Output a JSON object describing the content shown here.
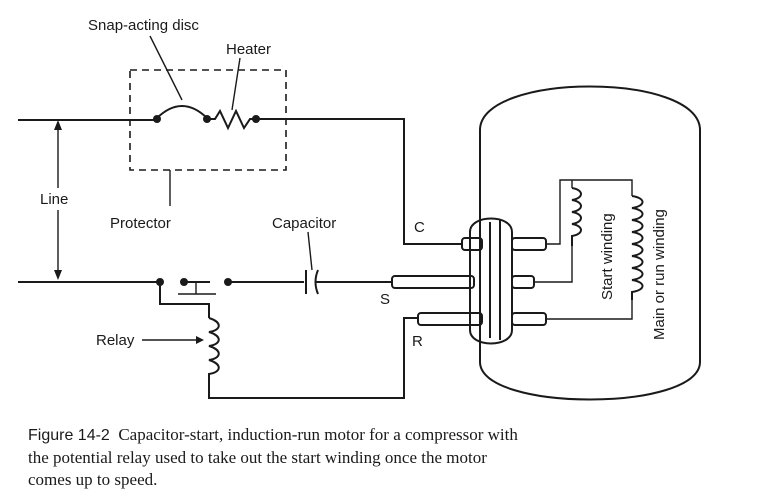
{
  "labels": {
    "snap_disc": "Snap-acting disc",
    "heater": "Heater",
    "line": "Line",
    "protector": "Protector",
    "capacitor": "Capacitor",
    "relay": "Relay",
    "terminal_c": "C",
    "terminal_s": "S",
    "terminal_r": "R",
    "start_winding": "Start winding",
    "main_winding": "Main or run winding"
  },
  "caption": {
    "figure_number": "Figure 14-2",
    "line1": "Capacitor-start, induction-run motor for a compressor with",
    "line2": "the potential relay used to take out the start winding once the motor",
    "line3": "comes up to speed."
  }
}
